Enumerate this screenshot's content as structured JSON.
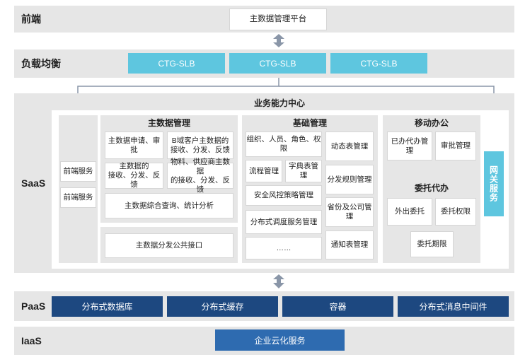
{
  "layers": {
    "frontend": "前端",
    "load_balancing": "负载均衡",
    "saas": "SaaS",
    "paas": "PaaS",
    "iaas": "IaaS"
  },
  "frontend_platform": "主数据管理平台",
  "slb": [
    "CTG-SLB",
    "CTG-SLB",
    "CTG-SLB"
  ],
  "business_center": {
    "title": "业务能力中心",
    "frontend_services": [
      "前端服务",
      "前端服务"
    ],
    "mdm": {
      "title": "主数据管理",
      "items": [
        "主数据申请、审批",
        "B域客户主数据的\n接收、分发、反馈",
        "主数据的\n接收、分发、反馈",
        "物料、供应商主数据\n的接收、分发、反馈",
        "主数据综合查询、统计分析"
      ],
      "interface": "主数据分发公共接口"
    },
    "basic": {
      "title": "基础管理",
      "left": [
        "组织、人员、角色、权限",
        "流程管理",
        "字典表管理",
        "安全风控策略管理",
        "分布式调度服务管理",
        "……"
      ],
      "right": [
        "动态表管理",
        "分发规则管理",
        "省份及公司管理",
        "通知表管理"
      ]
    },
    "mobile": {
      "title": "移动办公",
      "items": [
        "已办代办管理",
        "审批管理"
      ]
    },
    "delegate": {
      "title": "委托代办",
      "items": [
        "外出委托",
        "委托权限",
        "委托期限"
      ]
    },
    "gateway": "网关服务"
  },
  "paas_items": [
    "分布式数据库",
    "分布式缓存",
    "容器",
    "分布式消息中间件"
  ],
  "iaas_item": "企业云化服务",
  "colors": {
    "band": "#e6e6e6",
    "slb": "#5ec6df",
    "paas": "#1d4880",
    "iaas": "#2e6bb0",
    "arrow": "#8a96a8"
  }
}
